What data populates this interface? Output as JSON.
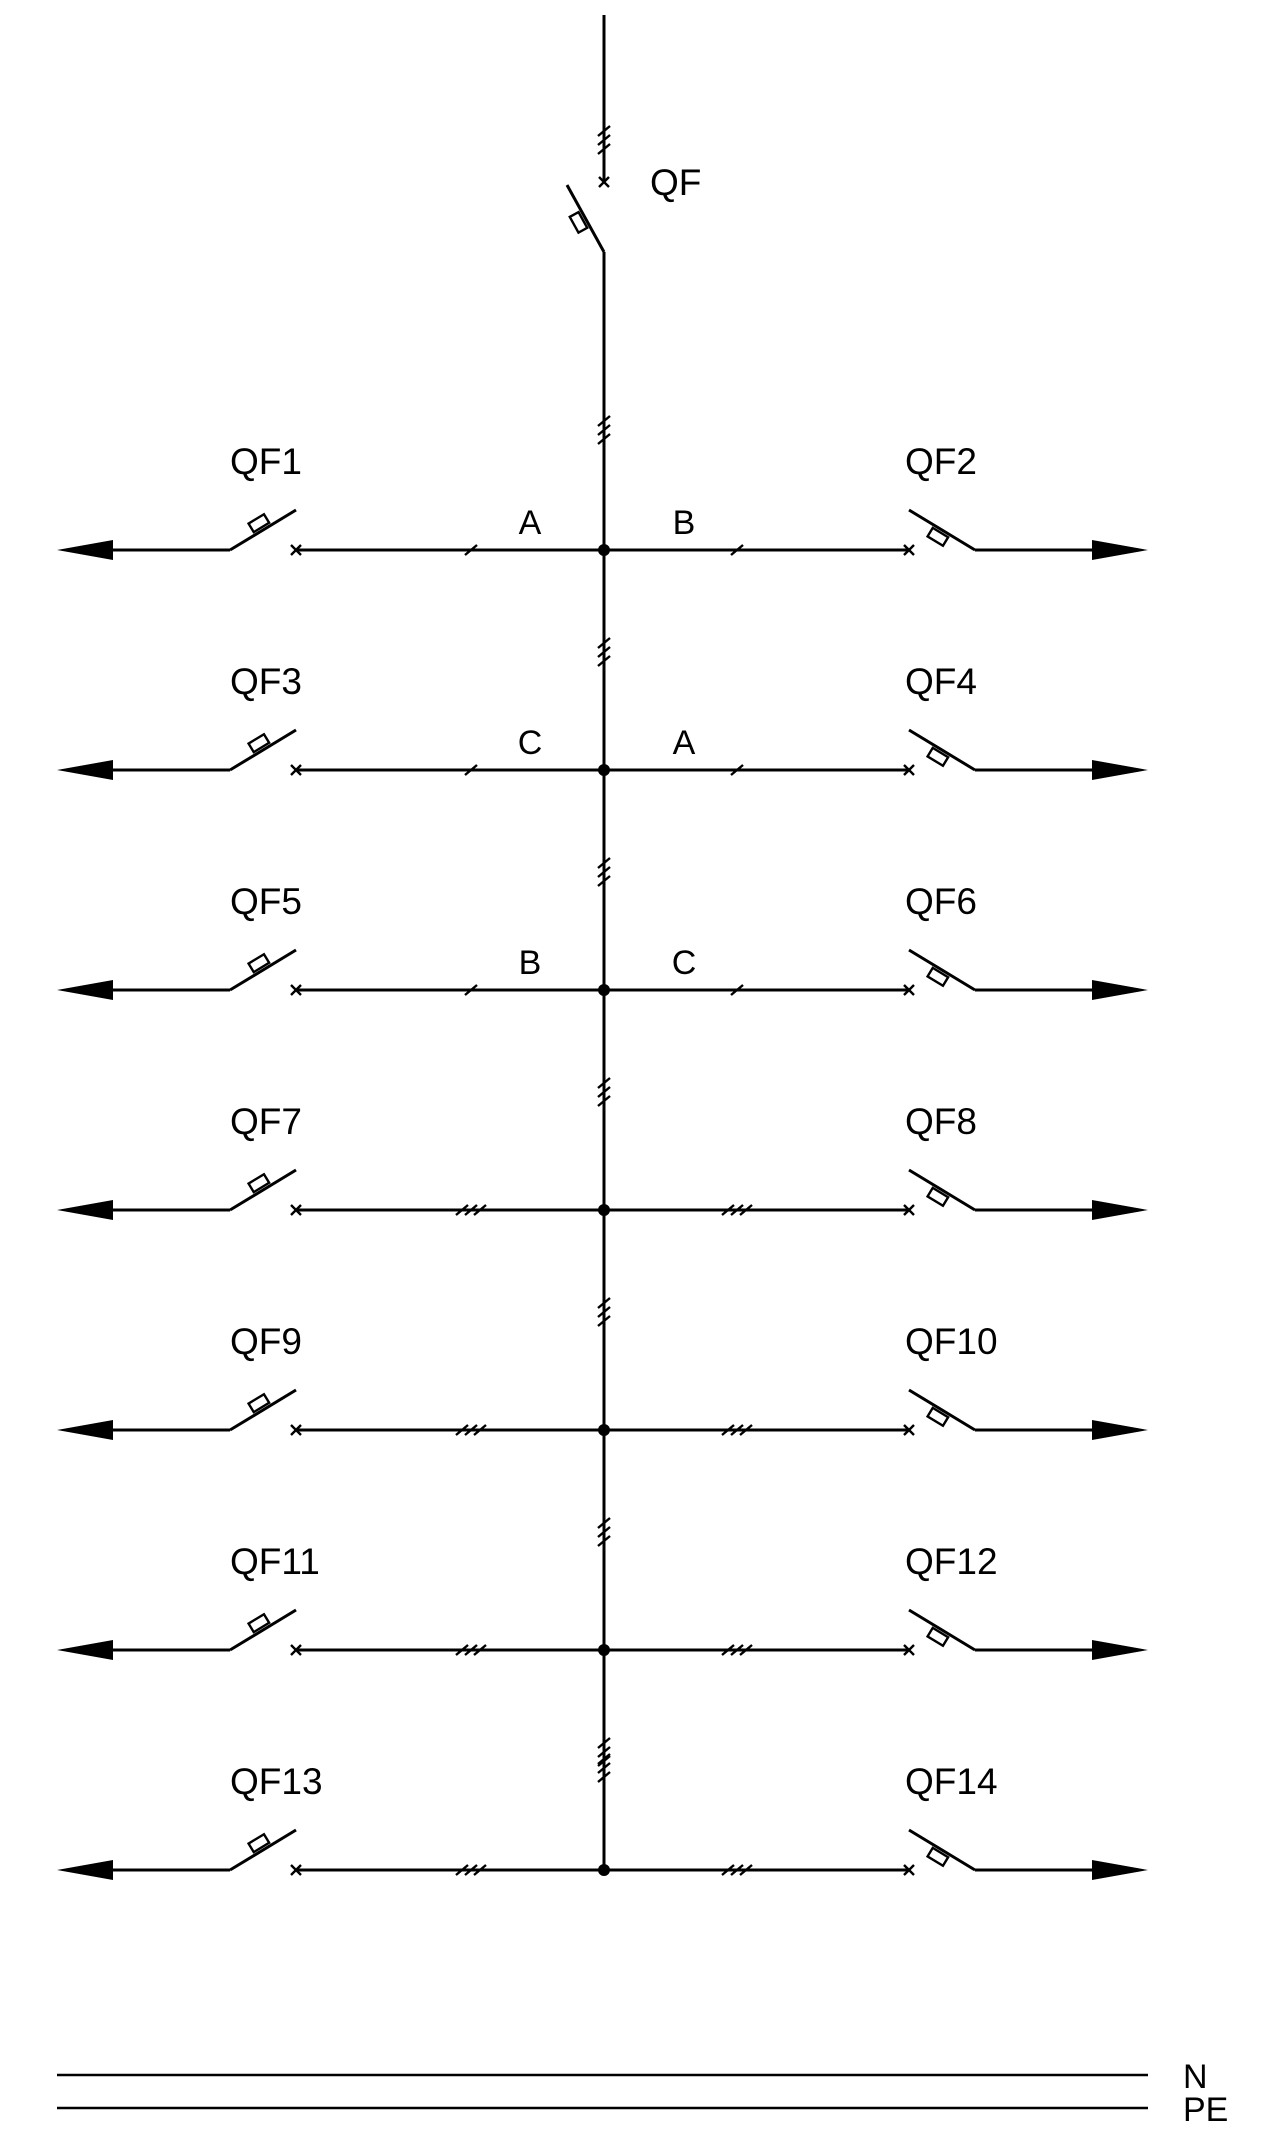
{
  "main_breaker": {
    "label": "QF"
  },
  "rows": [
    {
      "left": {
        "label": "QF1",
        "phase": "A",
        "conductors": 1
      },
      "right": {
        "label": "QF2",
        "phase": "B",
        "conductors": 1
      }
    },
    {
      "left": {
        "label": "QF3",
        "phase": "C",
        "conductors": 1
      },
      "right": {
        "label": "QF4",
        "phase": "A",
        "conductors": 1
      }
    },
    {
      "left": {
        "label": "QF5",
        "phase": "B",
        "conductors": 1
      },
      "right": {
        "label": "QF6",
        "phase": "C",
        "conductors": 1
      }
    },
    {
      "left": {
        "label": "QF7",
        "phase": "",
        "conductors": 3
      },
      "right": {
        "label": "QF8",
        "phase": "",
        "conductors": 3
      }
    },
    {
      "left": {
        "label": "QF9",
        "phase": "",
        "conductors": 3
      },
      "right": {
        "label": "QF10",
        "phase": "",
        "conductors": 3
      }
    },
    {
      "left": {
        "label": "QF11",
        "phase": "",
        "conductors": 3
      },
      "right": {
        "label": "QF12",
        "phase": "",
        "conductors": 3
      }
    },
    {
      "left": {
        "label": "QF13",
        "phase": "",
        "conductors": 3
      },
      "right": {
        "label": "QF14",
        "phase": "",
        "conductors": 3
      }
    }
  ],
  "buses": [
    {
      "label": "N"
    },
    {
      "label": "PE"
    }
  ]
}
